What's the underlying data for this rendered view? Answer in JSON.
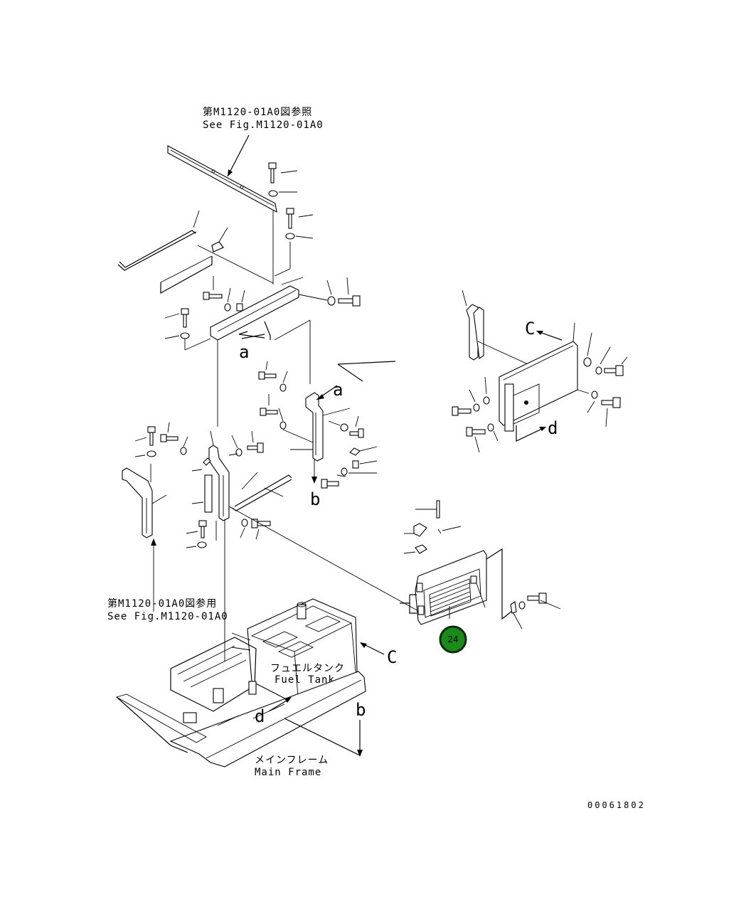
{
  "references": {
    "top_jp": "第M1120-01A0図参照",
    "top_en": "See Fig.M1120-01A0",
    "left_jp": "第M1120-01A0図参用",
    "left_en": "See Fig.M1120-01A0"
  },
  "components": {
    "fuel_tank_jp": "フュエルタンク",
    "fuel_tank_en": "Fuel Tank",
    "main_frame_jp": "メインフレーム",
    "main_frame_en": "Main Frame"
  },
  "markers": {
    "a1": "a",
    "a2": "a",
    "b1": "b",
    "b2": "b",
    "c1": "C",
    "c2": "C",
    "d1": "d",
    "d2": "d"
  },
  "callout": {
    "number": "24",
    "color": "#1a8a1a",
    "ring_color": "#0b2b0b"
  },
  "drawing_number": "00061802"
}
